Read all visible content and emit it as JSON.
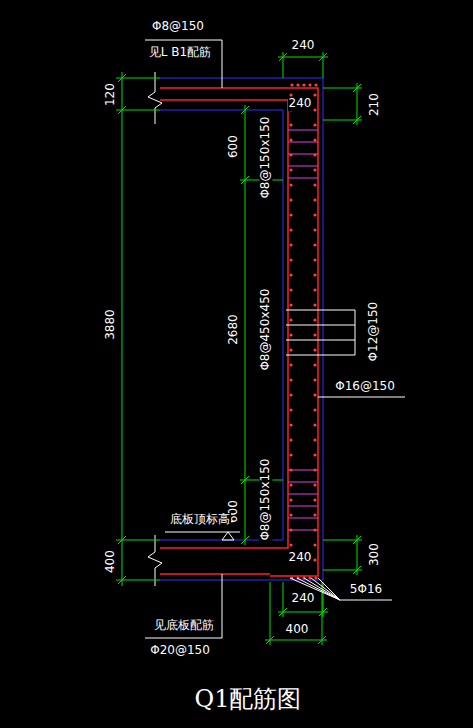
{
  "diagram": {
    "title": "Q1配筋图",
    "labels": [
      "Φ8@150",
      "见L B1配筋",
      "240",
      "120",
      "240",
      "210",
      "600",
      "Φ8@150x150",
      "3880",
      "2680",
      "Φ8@450x450",
      "Φ12@150",
      "Φ16@150",
      "Φ8@150x150",
      "600",
      "底板顶标高",
      "400",
      "240",
      "300",
      "5Φ16",
      "240",
      "400",
      "见底板配筋",
      "Φ20@150"
    ]
  }
}
